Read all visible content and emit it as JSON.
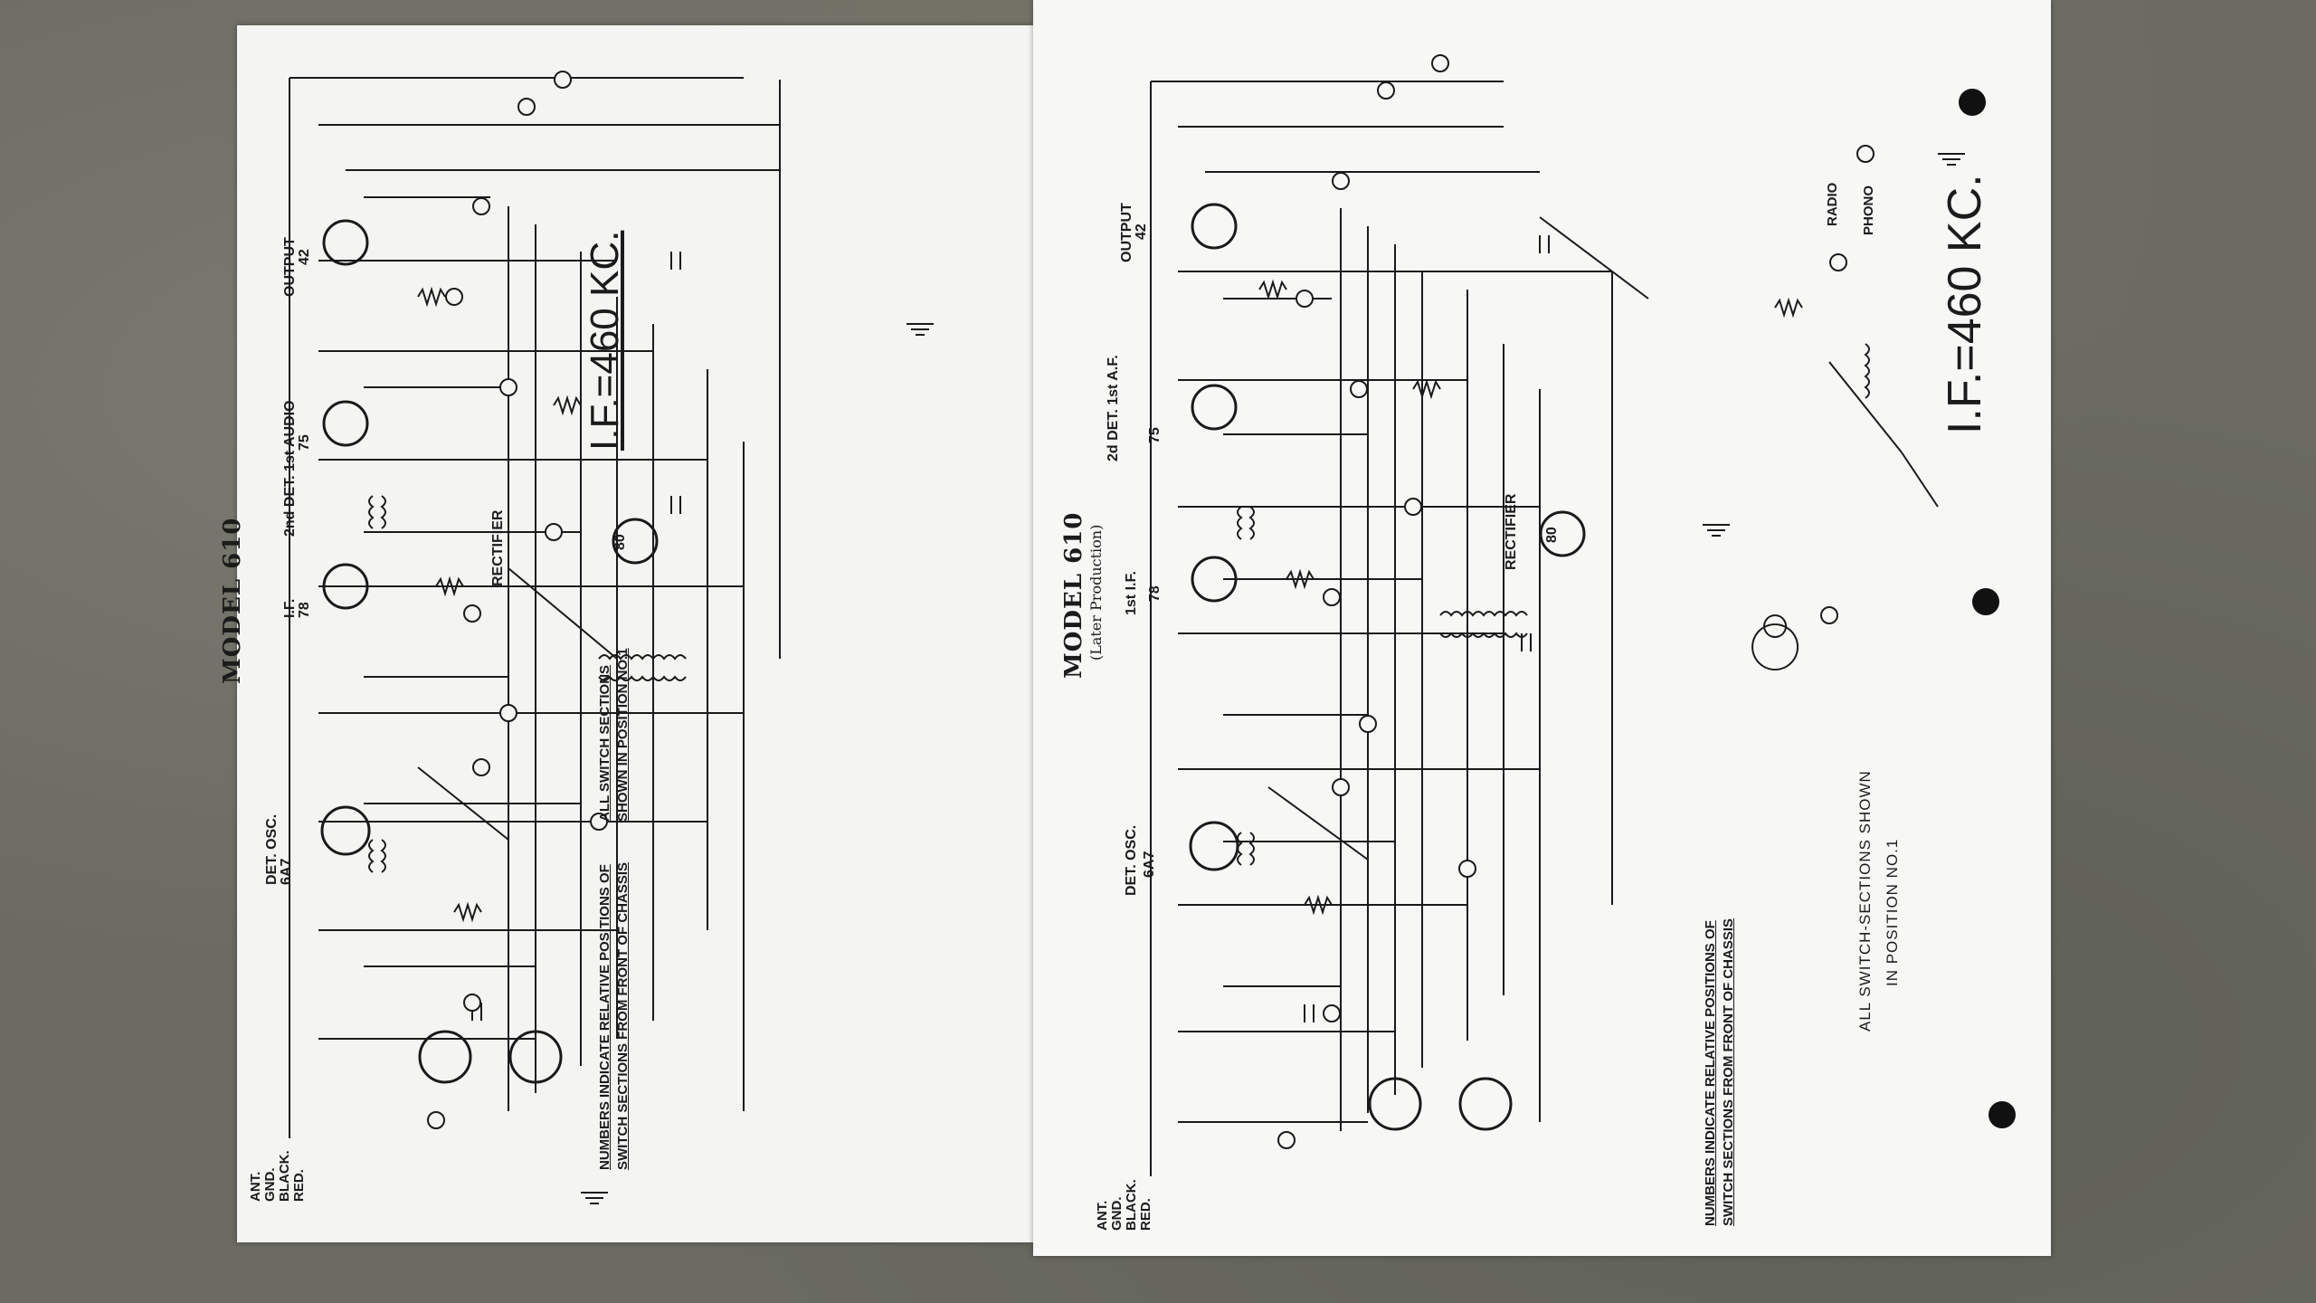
{
  "left_sheet": {
    "title": "MODEL 610",
    "if_label": "I.F.=460 KC.",
    "switch_note_lines": [
      "ALL SWITCH SECTIONS",
      "SHOWN IN POSITION NO.1"
    ],
    "positions_note_lines": [
      "NUMBERS INDICATE RELATIVE POSITIONS OF",
      "SWITCH SECTIONS FROM FRONT OF CHASSIS"
    ],
    "tubes": [
      {
        "label": "DET. OSC.",
        "type": "6A7"
      },
      {
        "label": "I.F.",
        "type": "78"
      },
      {
        "label": "2nd DET. 1st AUDIO",
        "type": "75"
      },
      {
        "label": "OUTPUT",
        "type": "42"
      },
      {
        "label": "RECTIFIER",
        "type": "80"
      }
    ],
    "antenna_terminals": [
      "ANT.",
      "GND.",
      "BLACK.",
      "RED."
    ]
  },
  "right_sheet": {
    "title": "MODEL 610",
    "subtitle": "(Later Production)",
    "if_label": "I.F.=460 KC.",
    "switch_note_lines": [
      "ALL SWITCH-SECTIONS SHOWN",
      "IN POSITION NO.1"
    ],
    "positions_note_lines": [
      "NUMBERS INDICATE RELATIVE POSITIONS OF",
      "SWITCH SECTIONS FROM FRONT OF CHASSIS"
    ],
    "tubes": [
      {
        "label": "DET. OSC.",
        "type": "6A7"
      },
      {
        "label": "1st I.F.",
        "type": "78"
      },
      {
        "label": "2d DET. 1st A.F.",
        "type": "75"
      },
      {
        "label": "OUTPUT",
        "type": "42"
      },
      {
        "label": "RECTIFIER",
        "type": "80"
      }
    ],
    "switch_labels": [
      "RADIO",
      "PHONO"
    ],
    "antenna_terminals": [
      "ANT.",
      "GND.",
      "BLACK.",
      "RED."
    ]
  }
}
